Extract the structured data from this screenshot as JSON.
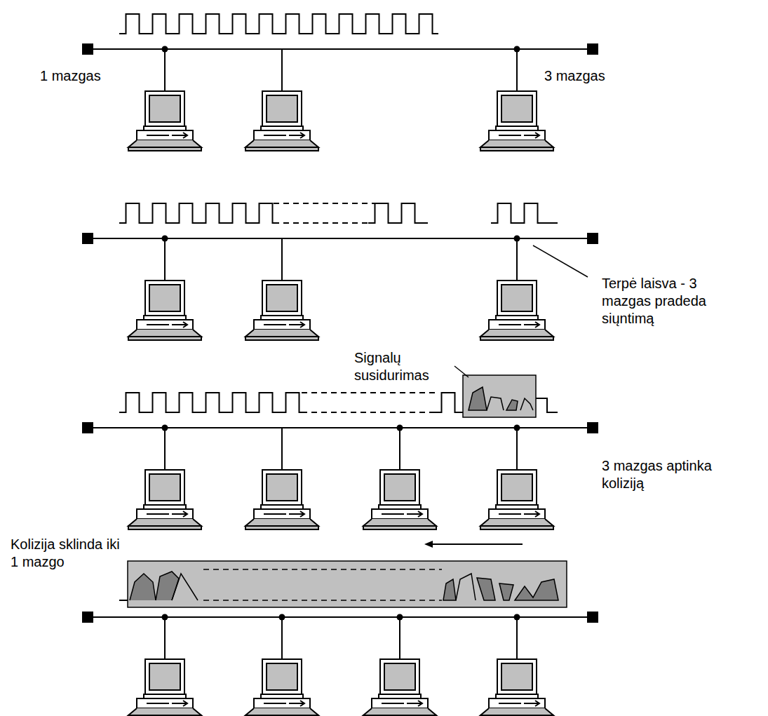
{
  "diagram": {
    "labels": [
      "1 mazgas",
      "3 mazgas",
      "Terpė laisva - 3 mazgas pradeda siųntimą",
      "Signalų susidurimas",
      "3 mazgas aptinka koliziją",
      "Kolizija sklinda iki 1 mazgo"
    ]
  }
}
